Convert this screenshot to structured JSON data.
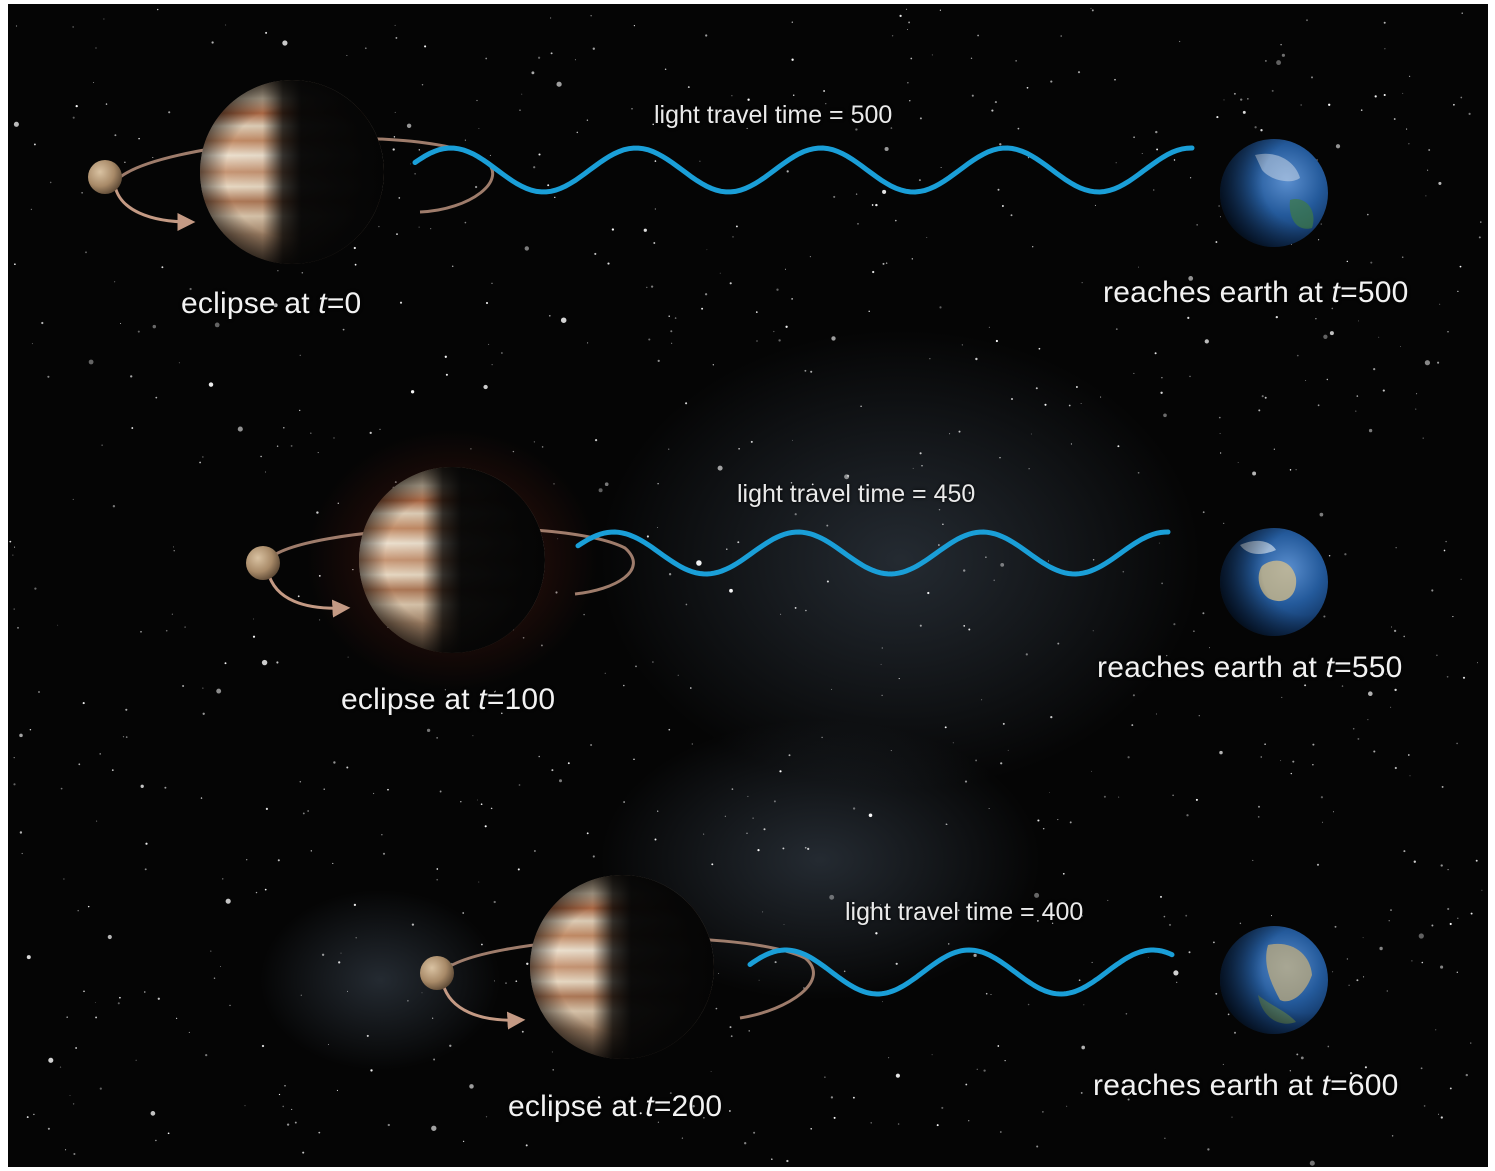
{
  "colors": {
    "space": "#050505",
    "wave": "#1a9fd8",
    "orbit": "#c49a84",
    "moon": "#b79a78",
    "ocean": "#1d4f8a",
    "text": "#f2f2f2"
  },
  "rows": [
    {
      "light_label": "light travel time = 500",
      "eclipse": {
        "prefix": "eclipse at ",
        "var": "t",
        "value": "=0"
      },
      "reaches": {
        "prefix": "reaches earth at ",
        "var": "t",
        "value": "=500"
      }
    },
    {
      "light_label": "light travel time = 450",
      "eclipse": {
        "prefix": "eclipse at ",
        "var": "t",
        "value": "=100"
      },
      "reaches": {
        "prefix": "reaches earth at ",
        "var": "t",
        "value": "=550"
      }
    },
    {
      "light_label": "light travel time = 400",
      "eclipse": {
        "prefix": "eclipse at ",
        "var": "t",
        "value": "=200"
      },
      "reaches": {
        "prefix": "reaches earth at ",
        "var": "t",
        "value": "=600"
      }
    }
  ]
}
